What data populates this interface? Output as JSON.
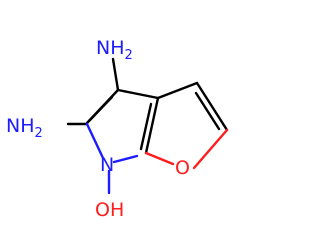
{
  "molecule": {
    "atoms": [
      {
        "id": "nh2_top",
        "label": "NH",
        "sub": "2",
        "color": "#1c1cff"
      },
      {
        "id": "nh2_left",
        "label": "NH",
        "sub": "2",
        "color": "#1c1cff"
      },
      {
        "id": "n_ring",
        "label": "N",
        "color": "#1c1cff"
      },
      {
        "id": "oh",
        "label": "OH",
        "color": "#ff1c1c"
      },
      {
        "id": "o_ring",
        "label": "O",
        "color": "#ff1c1c"
      }
    ],
    "bond_color": "#000000"
  }
}
